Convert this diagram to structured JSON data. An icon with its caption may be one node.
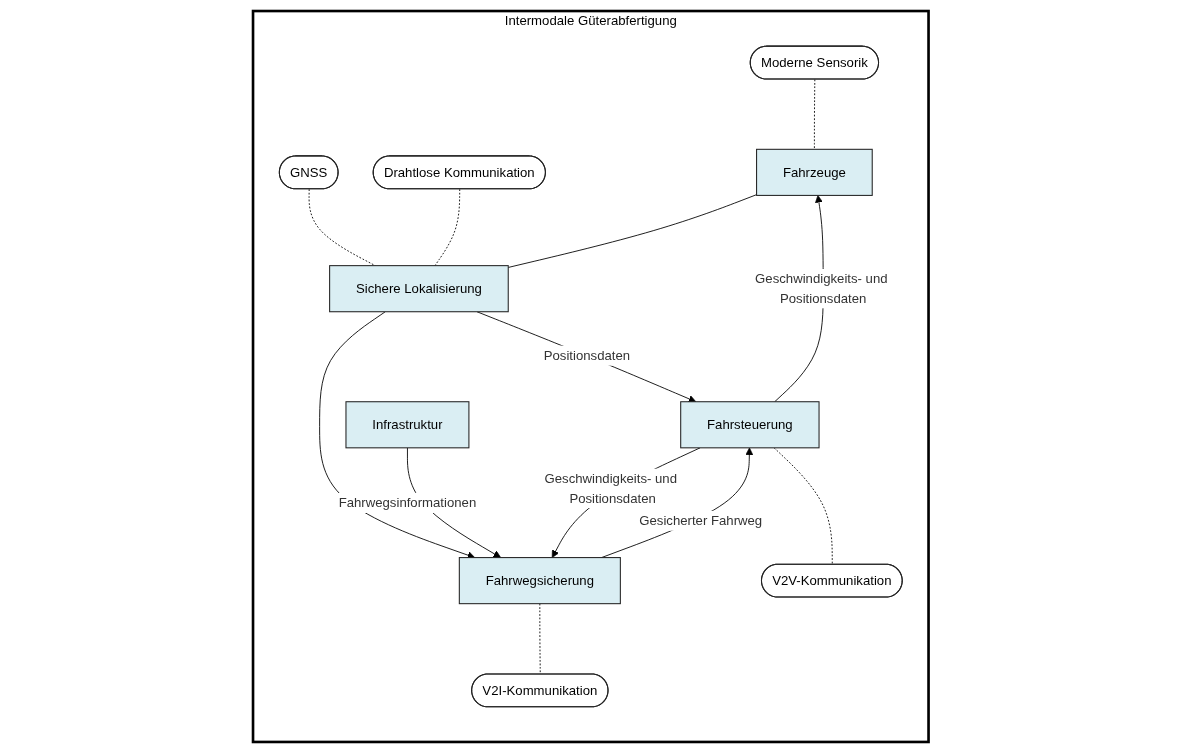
{
  "diagram": {
    "nodes": [
      {
        "text": [
          "Intermodale Güterabfertigung"
        ]
      },
      {
        "text": [
          "Moderne Sensorik"
        ],
        "in": 0
      },
      {
        "text": [
          "GNSS"
        ],
        "in": 0
      },
      {
        "text": [
          "Drahtlose Kommunikation"
        ],
        "in": 0
      },
      {
        "text": [
          "Fahrzeuge"
        ],
        "in": 0
      },
      {
        "text": [
          "Sichere Lokalisierung"
        ],
        "in": 0
      },
      {
        "text": [
          "Infrastruktur"
        ],
        "in": 0
      },
      {
        "text": [
          "Fahrsteuerung"
        ],
        "in": 0
      },
      {
        "text": [
          "Fahrwegsicherung"
        ],
        "in": 0
      },
      {
        "text": [
          "V2V-Kommunikation"
        ],
        "in": 0
      },
      {
        "text": [
          "V2I-Kommunikation"
        ],
        "in": 0
      }
    ],
    "edges": [
      {
        "from": 1,
        "to": 4,
        "arrow": "none",
        "style": "dashed"
      },
      {
        "from": 2,
        "to": 5,
        "arrow": "none",
        "style": "dashed"
      },
      {
        "from": 3,
        "to": 5,
        "arrow": "none",
        "style": "dashed"
      },
      {
        "from": 4,
        "to": 5,
        "arrow": "none"
      },
      {
        "from": 5,
        "to": 7,
        "arrow": "to",
        "label": "Positionsdaten"
      },
      {
        "from": 5,
        "to": 8,
        "arrow": "to"
      },
      {
        "from": 7,
        "to": 4,
        "arrow": "to",
        "label": "Geschwindigkeits- und Positionsdaten"
      },
      {
        "from": 6,
        "to": 8,
        "arrow": "to",
        "label": "Fahrwegsinformationen"
      },
      {
        "from": 7,
        "to": 8,
        "arrow": "to",
        "label": "Geschwindigkeits- und Positionsdaten"
      },
      {
        "from": 8,
        "to": 7,
        "arrow": "to",
        "label": "Gesicherter Fahrweg"
      },
      {
        "from": 7,
        "to": 9,
        "arrow": "none",
        "style": "dashed"
      },
      {
        "from": 8,
        "to": 10,
        "arrow": "none",
        "style": "dashed"
      }
    ]
  }
}
